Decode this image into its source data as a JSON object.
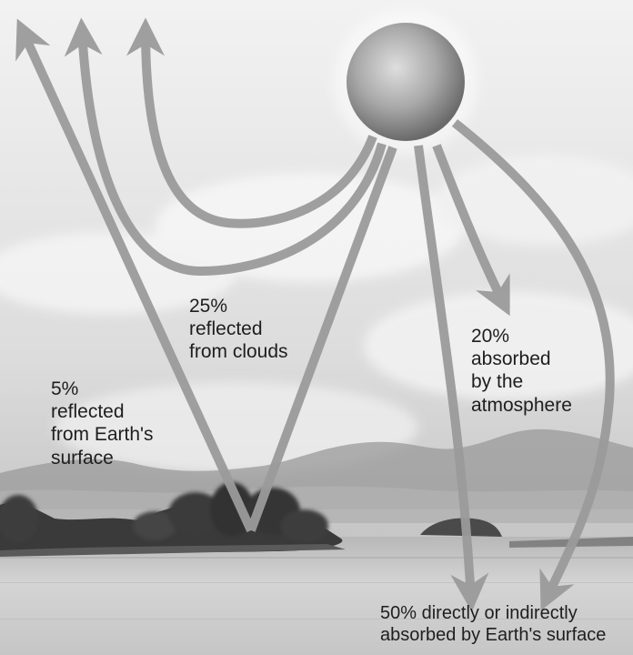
{
  "diagram": {
    "labels": {
      "clouds": {
        "lines": [
          "25%",
          "reflected",
          "from clouds"
        ]
      },
      "atmosphere": {
        "lines": [
          "20%",
          "absorbed",
          "by the",
          "atmosphere"
        ]
      },
      "surface_reflected": {
        "lines": [
          "5%",
          "reflected",
          "from Earth's",
          "surface"
        ]
      },
      "surface_absorbed": {
        "lines": [
          "50% directly or indirectly",
          "absorbed by Earth's surface"
        ]
      }
    },
    "colors": {
      "arrow": "#9b9b9b",
      "sky": "#e4e4e4",
      "sun_core": "#d8d8d8",
      "sun_edge": "#6e6e6e",
      "water": "#c8c8c8",
      "island": "#3c3c3c"
    }
  }
}
